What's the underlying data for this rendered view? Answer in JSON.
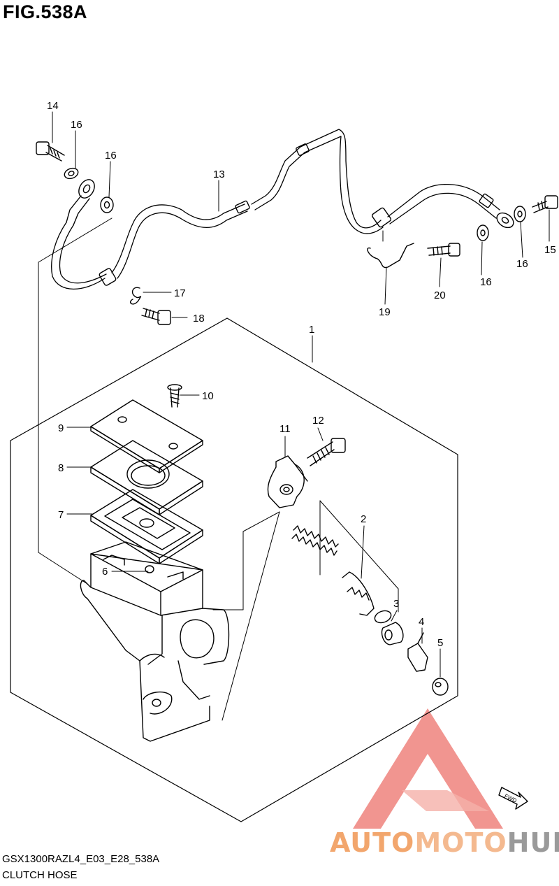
{
  "header": {
    "figure_title": "FIG.538A"
  },
  "footer": {
    "model_code": "GSX1300RAZL4_E03_E28_538A",
    "caption": "CLUTCH HOSE"
  },
  "callouts": [
    "1",
    "2",
    "3",
    "4",
    "5",
    "6",
    "7",
    "8",
    "9",
    "10",
    "11",
    "12",
    "13",
    "14",
    "15",
    "16",
    "16",
    "16",
    "16",
    "17",
    "18",
    "19",
    "20"
  ],
  "watermark": {
    "part1": "AUTO",
    "part2": "MOTO",
    "part3": "HUB",
    "color_primary": "#f2a66d",
    "color_secondary": "#f4b98f",
    "color_tertiary": "#9a9a9a",
    "logo_color": "#f08a84"
  },
  "fwd_label": "FWD"
}
